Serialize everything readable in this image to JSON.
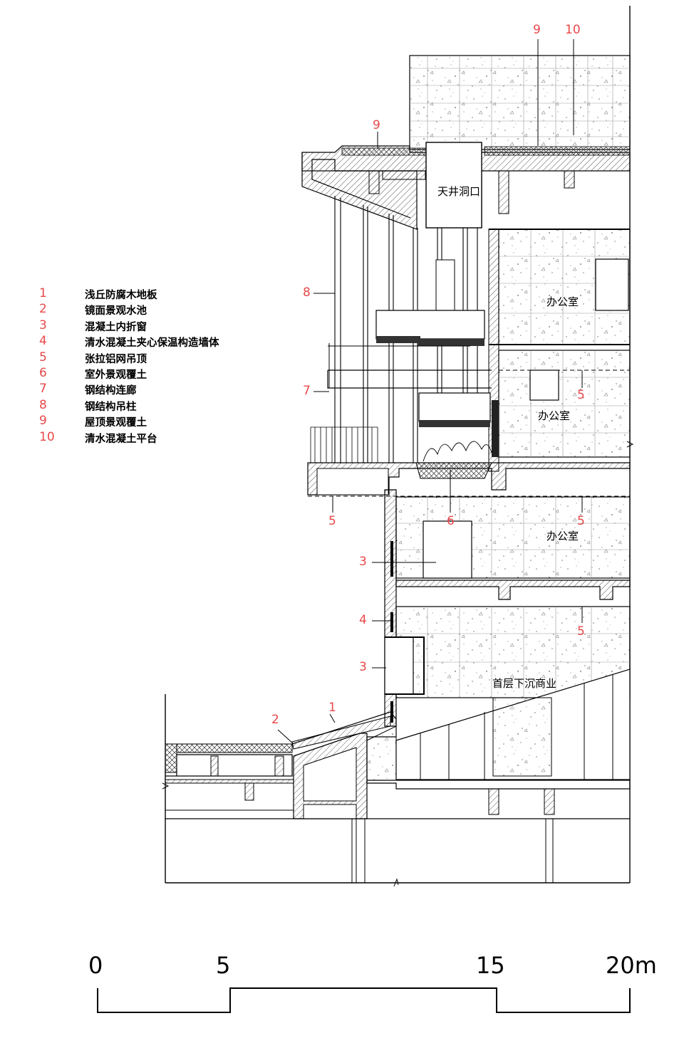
{
  "legend": [
    {
      "num": "1",
      "label": "浅丘防腐木地板"
    },
    {
      "num": "2",
      "label": "镜面景观水池"
    },
    {
      "num": "3",
      "label": "混凝土内折窗"
    },
    {
      "num": "4",
      "label": "清水混凝土夹心保温构造墙体"
    },
    {
      "num": "5",
      "label": "张拉铝网吊顶"
    },
    {
      "num": "6",
      "label": "室外景观覆土"
    },
    {
      "num": "7",
      "label": "钢结构连廊"
    },
    {
      "num": "8",
      "label": "钢结构吊柱"
    },
    {
      "num": "9",
      "label": "屋顶景观覆土"
    },
    {
      "num": "10",
      "label": "清水混凝土平台"
    }
  ],
  "rooms": {
    "skylight": "天井洞口",
    "office_1": "办公室",
    "office_2": "办公室",
    "office_3": "办公室",
    "retail": "首层下沉商业"
  },
  "callouts": {
    "c9_top": "9",
    "c10_top": "10",
    "c9_roof": "9",
    "c8": "8",
    "c7": "7",
    "c5_left": "5",
    "c5_a": "5",
    "c5_b": "5",
    "c5_c": "5",
    "c6": "6",
    "c3_a": "3",
    "c4": "4",
    "c3_b": "3",
    "c2": "2",
    "c1": "1"
  },
  "scale_bar": {
    "label_0": "0",
    "label_5": "5",
    "label_15": "15",
    "label_20": "20m"
  },
  "colors": {
    "callout": "#e8484a",
    "line": "#000000",
    "hatch": "#555555"
  }
}
